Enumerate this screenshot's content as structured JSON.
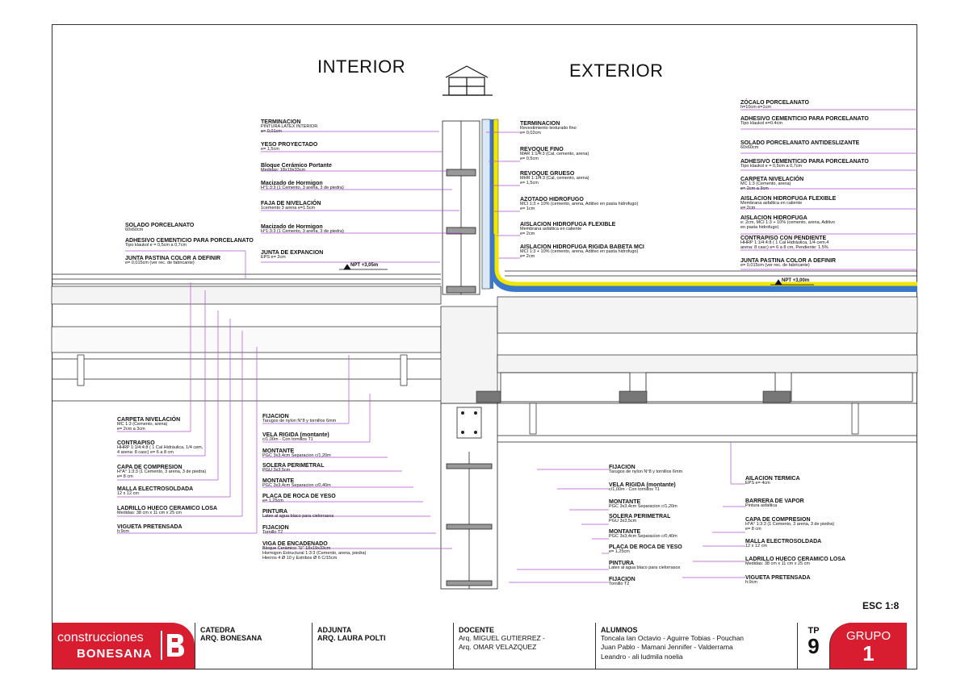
{
  "headers": {
    "interior": "INTERIOR",
    "exterior": "EXTERIOR"
  },
  "scale": "ESC 1:8",
  "levels": {
    "npt_interior": "NPT +3,05m",
    "npt_exterior": "NPT +3,00m"
  },
  "callouts_top_left": [
    {
      "title": "TERMINACION",
      "detail": "PINTURA LATEX INTERIOR\ne= 0,01cm"
    },
    {
      "title": "YESO PROYECTADO",
      "detail": "e= 1,5cm"
    },
    {
      "title": "Bloque Cerámico Portante",
      "detail": "Medidas: 18x19x33cm"
    },
    {
      "title": "Macizado de Hormigon",
      "detail": "H°1:3:3 (1 Cemento, 3 arena, 3 de piedra)"
    },
    {
      "title": "FAJA DE NIVELACIÓN",
      "detail": "1cemento 3 arena e=1.5cm"
    },
    {
      "title": "Macizado de Hormigon",
      "detail": "H°1:3:3 (1 Cemento, 3 arena, 3 de piedra)"
    },
    {
      "title": "JUNTA DE EXPANCION",
      "detail": "EPS e= 2cm"
    }
  ],
  "callouts_left": [
    {
      "title": "SOLADO PORCELANATO",
      "detail": "60x60cm"
    },
    {
      "title": "ADHESIVO CEMENTICIO PARA PORCELANATO",
      "detail": "Tipo klaukol e = 0,5cm a 0,7cm"
    },
    {
      "title": "JUNTA PASTINA COLOR A DEFINIR",
      "detail": "e= 0,015cm (ver rec. de fabricante)"
    }
  ],
  "callouts_top_mid": [
    {
      "title": "TERMINACION",
      "detail": "Revestimiento texturado fino\ne= 0,02cm"
    },
    {
      "title": "REVOQUE FINO",
      "detail": "MAR 1:1/4:3 (Cal, cemento, arena)\ne= 0,5cm"
    },
    {
      "title": "REVOQUE GRUESO",
      "detail": "MHR 1:1/4:3 (Cal, cemento, arena)\ne= 1,5cm"
    },
    {
      "title": "AZOTADO HIDROFUGO",
      "detail": "MCI 1:3 + 10% (cemento, arena, Aditivo en pasta hidrofugo)\ne= 1cm"
    },
    {
      "title": "AISLACION HIDROFUGA FLEXIBLE",
      "detail": "Membrana asfaltica en caliente\ne= 2cm"
    },
    {
      "title": "AISLACION HIDROFUGA RIGIDA BABETA MCI",
      "detail": "MCI 1:3 + 10% (cemento, arena, Aditivo en pasta hidrofugo)\ne= 2cm"
    }
  ],
  "callouts_top_right": [
    {
      "title": "ZÓCALO PORCELANATO",
      "detail": "h=10cm e=1cm"
    },
    {
      "title": "ADHESIVO CEMENTICIO PARA PORCELANATO",
      "detail": "Tipo klaukol e=0.4cm"
    },
    {
      "title": "SOLADO PORCELANATO ANTIDESLIZANTE",
      "detail": "60x60cm"
    },
    {
      "title": "ADHESIVO CEMENTICIO PARA PORCELANATO",
      "detail": "Tipo klaukol e = 0,5cm a 0,7cm"
    },
    {
      "title": "CARPETA NIVELACIÓN",
      "detail": "MC 1:3 (Cemento, arena)\ne= 2cm a 3cm"
    },
    {
      "title": "AISLACION HIDROFUGA FLEXIBLE",
      "detail": "Membrana asfaltica en caliente\ne= 2cm"
    },
    {
      "title": "AISLACION HIDROFUGA",
      "detail": "e: 2cm, MCI 1:3 + 10% (cemento, arena, Aditivo\nen pasta hidrofugo)"
    },
    {
      "title": "CONTRAPISO CON PENDIENTE",
      "detail": "HHRP 1:1/4:4:8 ( 1 Cal Hidráulica, 1/4 cem,4\narena: 8 casc) e= 6 a 8 cm, Pendiente: 1.5%"
    },
    {
      "title": "JUNTA PASTINA COLOR A DEFINIR",
      "detail": "e= 0,015cm (ver rec. de fabricante)"
    }
  ],
  "callouts_bottom_left": [
    {
      "title": "CARPETA NIVELACIÓN",
      "detail": "MC 1:3 (Cemento, arena)\ne= 2cm a 3cm"
    },
    {
      "title": "CONTRAPISO",
      "detail": "HHRP 1:1/4:4:8 ( 1 Cal Hidráulica, 1/4 cem,\n4 arena: 8 casc) e= 6 a 8 cm"
    },
    {
      "title": "CAPA DE COMPRESION",
      "detail": "H°A° 1:3:3 (1 Cemento, 3 arena, 3 de piedra)\ne= 8 cm"
    },
    {
      "title": "MALLA ELECTROSOLDADA",
      "detail": "12 x 12 cm"
    },
    {
      "title": "LADRILLO HUECO CERAMICO LOSA",
      "detail": "Medidas: 38 cm x 11 cm x 25 cm"
    },
    {
      "title": "VIGUETA PRETENSADA",
      "detail": "h:9cm"
    }
  ],
  "callouts_bottom_mid": [
    {
      "title": "FIJACION",
      "detail": "Tarugos de nylon N°8 y tornillos 6mm"
    },
    {
      "title": "VELA RIGIDA (montante)",
      "detail": "c/1,00m - Con tornillos T1"
    },
    {
      "title": "MONTANTE",
      "detail": "PGC 3x3,4cm Separacion c/1,20m"
    },
    {
      "title": "SOLERA PERIMETRAL",
      "detail": "PGU 3x3,5cm"
    },
    {
      "title": "MONTANTE",
      "detail": "PGC 3x3,4cm Separacion c/0,40m"
    },
    {
      "title": "PLACA DE ROCA DE YESO",
      "detail": "e= 1,25cm"
    },
    {
      "title": "PINTURA",
      "detail": "Latex al agua blaco para cielorrasos"
    },
    {
      "title": "FIJACION",
      "detail": "Tornillo T2"
    },
    {
      "title": "VIGA DE ENCADENADO",
      "detail": "Bloque Cerámico \"U\" 18x19x33cm\nHormigon Estructural 1:3:3 (Cemento, arena, piedra)\nHierros 4 Ø 10 y Estribos Ø 6 C/15cm"
    }
  ],
  "callouts_bottom_center": [
    {
      "title": "FIJACION",
      "detail": "Tarugos de nylon N°8 y tornillos 6mm"
    },
    {
      "title": "VELA RIGIDA (montante)",
      "detail": "c/1,00m - Con tornillos T1"
    },
    {
      "title": "MONTANTE",
      "detail": "PGC 3x3,4cm Separacion c/1,20m"
    },
    {
      "title": "SOLERA PERIMETRAL",
      "detail": "PGU 3x3,5cm"
    },
    {
      "title": "MONTANTE",
      "detail": "PGC 3x3,4cm Separacion c/0,40m"
    },
    {
      "title": "PLACA DE ROCA DE YESO",
      "detail": "e= 1,25cm"
    },
    {
      "title": "PINTURA",
      "detail": "Latex al agua blaco para cielorrasos"
    },
    {
      "title": "FIJACION",
      "detail": "Tornillo T2"
    }
  ],
  "callouts_bottom_right": [
    {
      "title": "AILACION TERMICA",
      "detail": "EPS e= 4cm"
    },
    {
      "title": "BARRERA DE VAPOR",
      "detail": "Pintura asfaltica"
    },
    {
      "title": "CAPA DE COMPRESION",
      "detail": "H°A° 1:3:3 (1 Cemento, 3 arena, 3 de piedra)\ne= 8 cm"
    },
    {
      "title": "MALLA ELECTROSOLDADA",
      "detail": "12 x 12 cm"
    },
    {
      "title": "LADRILLO HUECO CERAMICO LOSA",
      "detail": "Medidas: 38 cm x 11 cm x 25 cm"
    },
    {
      "title": "VIGUETA PRETENSADA",
      "detail": "h:9cm"
    }
  ],
  "titleblock": {
    "logo_line1": "construcciones",
    "logo_line2": "BONESANA",
    "catedra_label": "CATEDRA",
    "catedra_value": "ARQ. BONESANA",
    "adjunta_label": "ADJUNTA",
    "adjunta_value": "ARQ. LAURA POLTI",
    "docente_label": "DOCENTE",
    "docente_value1": "Arq. MIGUEL GUTIERREZ -",
    "docente_value2": "Arq. OMAR VELAZQUEZ",
    "alumnos_label": "ALUMNOS",
    "alumnos_value1": "Toncala Ian Octavio - Aguirre Tobias - Pouchan",
    "alumnos_value2": "Juan Pablo - Mamani Jennifer - Valderrama",
    "alumnos_value3": "Leandro - ali ludmila noelia",
    "tp_label": "TP",
    "tp_value": "9",
    "grupo_label": "GRUPO",
    "grupo_value": "1"
  },
  "colors": {
    "accent": "#d81d31",
    "leader": "#b04fd6",
    "waterproof_yellow": "#f2e600",
    "waterproof_blue": "#3a78c9"
  }
}
